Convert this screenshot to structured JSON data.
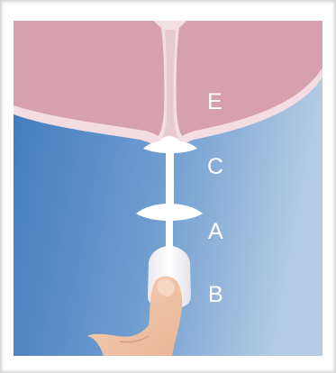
{
  "labels": {
    "e": "E",
    "c": "C",
    "a": "A",
    "b": "B"
  },
  "colors": {
    "background_left": "#4f86c6",
    "background_right": "#a8c4e0",
    "tissue": "#d99aab",
    "tissue_edge": "#f3dde2",
    "device": "#ffffff",
    "skin": "#f0c4a8"
  }
}
